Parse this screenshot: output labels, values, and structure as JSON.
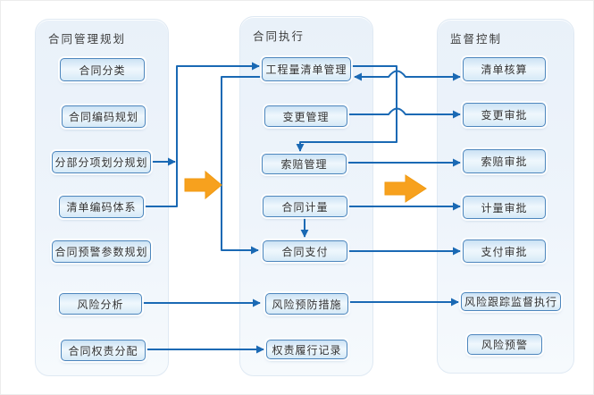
{
  "diagram": {
    "columns": [
      {
        "title": "合同管理规划",
        "items": [
          "合同分类",
          "合同编码规划",
          "分部分项划分规划",
          "清单编码体系",
          "合同预警参数规划",
          "风险分析",
          "合同权责分配"
        ]
      },
      {
        "title": "合同执行",
        "items": [
          "工程量清单管理",
          "变更管理",
          "索赔管理",
          "合同计量",
          "合同支付",
          "风险预防措施",
          "权责履行记录"
        ]
      },
      {
        "title": "监督控制",
        "items": [
          "清单核算",
          "变更审批",
          "索赔审批",
          "计量审批",
          "支付审批",
          "风险跟踪监督执行",
          "风险预警"
        ]
      }
    ],
    "edges": [
      {
        "from": "清单编码体系",
        "to": "工程量清单管理",
        "type": "arrow"
      },
      {
        "from": "分部分项划分规划",
        "to": "工程量清单管理",
        "type": "arrow"
      },
      {
        "from": "工程量清单管理",
        "to": "合同支付",
        "type": "arrow"
      },
      {
        "from": "工程量清单管理",
        "to": "索赔管理",
        "type": "arrow"
      },
      {
        "from": "工程量清单管理",
        "to": "清单核算",
        "type": "double-arrow"
      },
      {
        "from": "变更管理",
        "to": "变更审批",
        "type": "arrow"
      },
      {
        "from": "索赔管理",
        "to": "索赔审批",
        "type": "arrow"
      },
      {
        "from": "合同计量",
        "to": "合同支付",
        "type": "arrow"
      },
      {
        "from": "合同计量",
        "to": "计量审批",
        "type": "arrow"
      },
      {
        "from": "合同支付",
        "to": "支付审批",
        "type": "arrow"
      },
      {
        "from": "风险分析",
        "to": "风险预防措施",
        "type": "arrow"
      },
      {
        "from": "风险预防措施",
        "to": "风险跟踪监督执行",
        "type": "arrow"
      },
      {
        "from": "合同权责分配",
        "to": "权责履行记录",
        "type": "arrow"
      }
    ],
    "stage_arrows": [
      {
        "from": "合同管理规划",
        "to": "合同执行"
      },
      {
        "from": "合同执行",
        "to": "监督控制"
      }
    ],
    "colors": {
      "connector": "#1a69b4",
      "box_border": "#4d86bd",
      "stage_arrow": "#f7a11e",
      "panel_bg": "#ecf3fa",
      "text": "#333333"
    }
  }
}
